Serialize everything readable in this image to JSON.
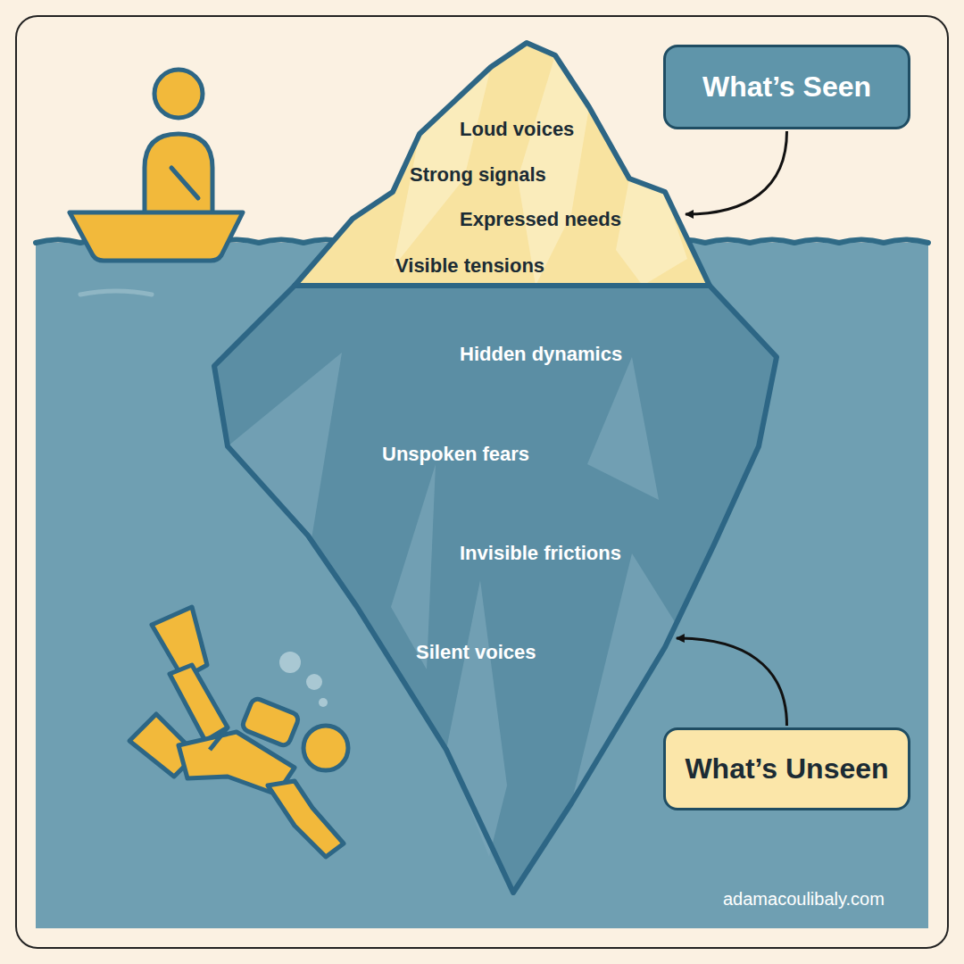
{
  "diagram": {
    "nodes": [
      {
        "text": [
          "What’s Seen"
        ]
      },
      {
        "text": [
          "Loud voices",
          "Strong signals",
          "Expressed needs",
          "Visible tensions"
        ]
      },
      {
        "text": [
          "Hidden dynamics",
          "Unspoken fears",
          "Invisible frictions",
          "Silent voices"
        ]
      },
      {
        "text": [
          "What’s Unseen"
        ]
      }
    ],
    "edges": [
      {
        "from": 0,
        "to": 1,
        "arrow": "to"
      },
      {
        "from": 3,
        "to": 2,
        "arrow": "to"
      }
    ],
    "labels": [
      "adamacoulibaly.com"
    ]
  }
}
